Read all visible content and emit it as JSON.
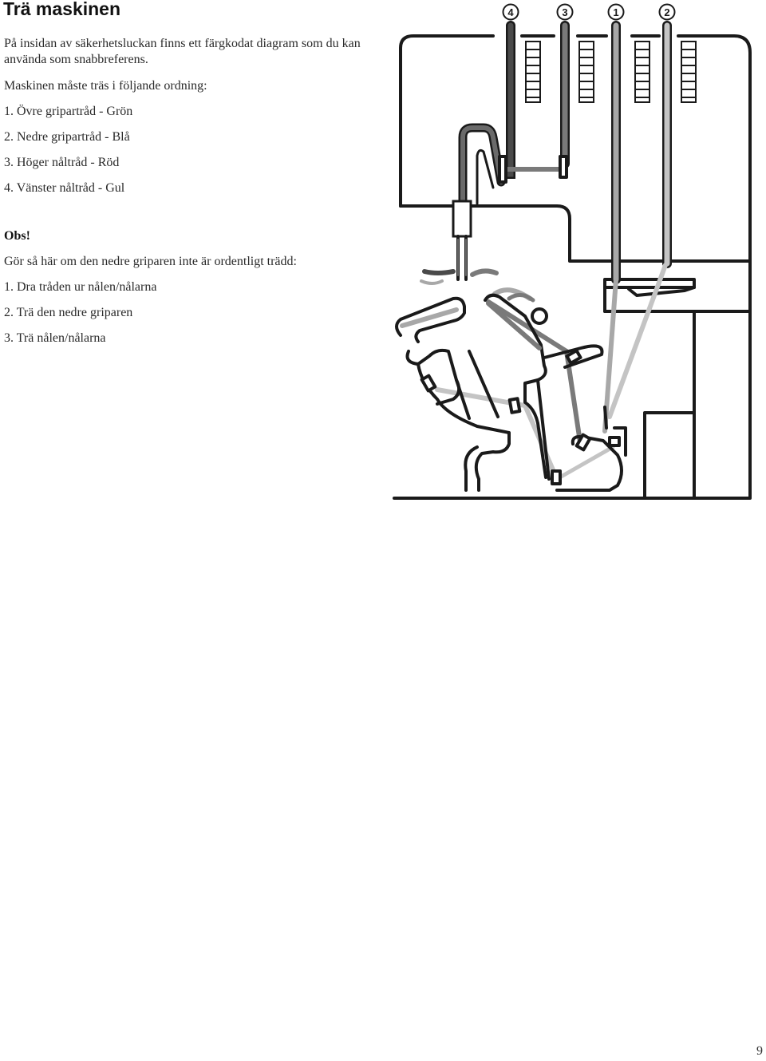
{
  "page": {
    "title": "Trä maskinen",
    "intro": "På insidan av säkerhetsluckan finns ett färgkodat diagram som du kan använda som snabbreferens.",
    "order_lead": "Maskinen måste träs i följande ordning:",
    "order": [
      "1.  Övre gripartråd - Grön",
      "2.  Nedre gripartråd - Blå",
      "3.  Höger nåltråd - Röd",
      "4.  Vänster nåltråd - Gul"
    ],
    "obs_heading": "Obs!",
    "obs_lead": "Gör så här om den nedre griparen inte är ordentligt trädd:",
    "obs_steps": [
      "1.  Dra tråden ur nålen/nålarna",
      "2.  Trä den nedre griparen",
      "3.  Trä nålen/nålarna"
    ],
    "page_number": "9"
  },
  "diagram": {
    "thread_labels": [
      "4",
      "3",
      "1",
      "2"
    ],
    "colors": {
      "outline": "#1a1a1a",
      "thread_dark": "#4a4a4a",
      "thread_mid": "#7a7a7a",
      "thread_light": "#a8a8a8",
      "thread_pale": "#c4c4c4"
    }
  }
}
